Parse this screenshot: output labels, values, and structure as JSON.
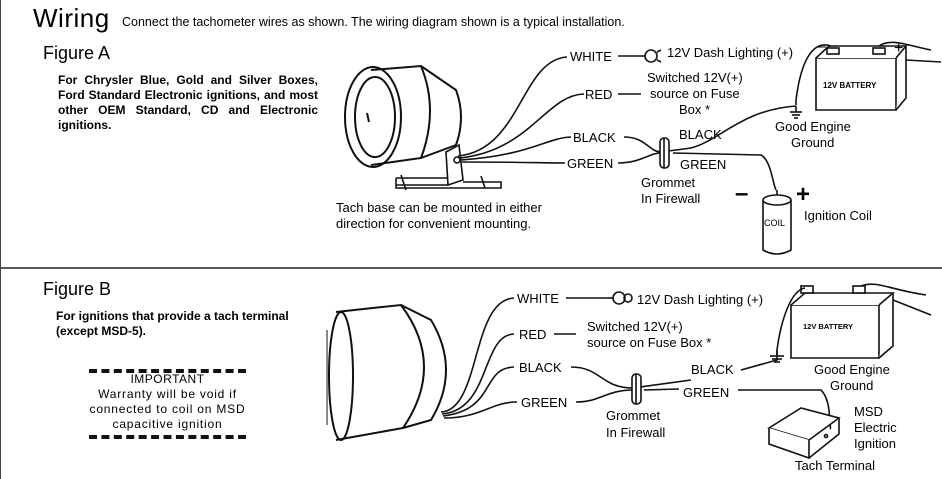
{
  "header": {
    "title": "Wiring",
    "subtitle": "Connect the tachometer wires as shown. The wiring diagram shown is a typical installation."
  },
  "figure_a": {
    "title": "Figure A",
    "description": "For Chrysler Blue, Gold and Silver Boxes, Ford Standard Electronic ignitions, and most other OEM Standard, CD and Electronic ignitions.",
    "wire_white": "WHITE",
    "wire_red": "RED",
    "wire_black": "BLACK",
    "wire_green": "GREEN",
    "wire_black_2": "BLACK",
    "wire_green_2": "GREEN",
    "dash_lighting": "12V Dash Lighting (+)",
    "switched_line1": "Switched 12V(+)",
    "switched_line2": "source on Fuse",
    "switched_line3": "Box *",
    "ground_line1": "Good Engine",
    "ground_line2": "Ground",
    "grommet_line1": "Grommet",
    "grommet_line2": "In Firewall",
    "coil_label": "Ignition Coil",
    "coil_text": "COIL",
    "coil_minus": "–",
    "coil_plus": "+",
    "battery_text": "12V BATTERY",
    "battery_minus": "–",
    "battery_plus": "+",
    "base_note_line1": "Tach base can be mounted in either",
    "base_note_line2": "direction for convenient mounting."
  },
  "figure_b": {
    "title": "Figure B",
    "description": "For ignitions that provide a tach terminal (except MSD-5).",
    "important_title": "IMPORTANT",
    "important_body": "Warranty will be void if connected to coil on MSD capacitive ignition",
    "wire_white": "WHITE",
    "wire_red": "RED",
    "wire_black": "BLACK",
    "wire_green": "GREEN",
    "wire_black_2": "BLACK",
    "wire_green_2": "GREEN",
    "dash_lighting": "12V Dash Lighting (+)",
    "switched_line1": "Switched 12V(+)",
    "switched_line2": "source on Fuse Box *",
    "ground_line1": "Good Engine",
    "ground_line2": "Ground",
    "grommet_line1": "Grommet",
    "grommet_line2": "In Firewall",
    "msd_line1": "MSD",
    "msd_line2": "Electric",
    "msd_line3": "Ignition",
    "tach_terminal": "Tach Terminal",
    "battery_text": "12V BATTERY"
  }
}
